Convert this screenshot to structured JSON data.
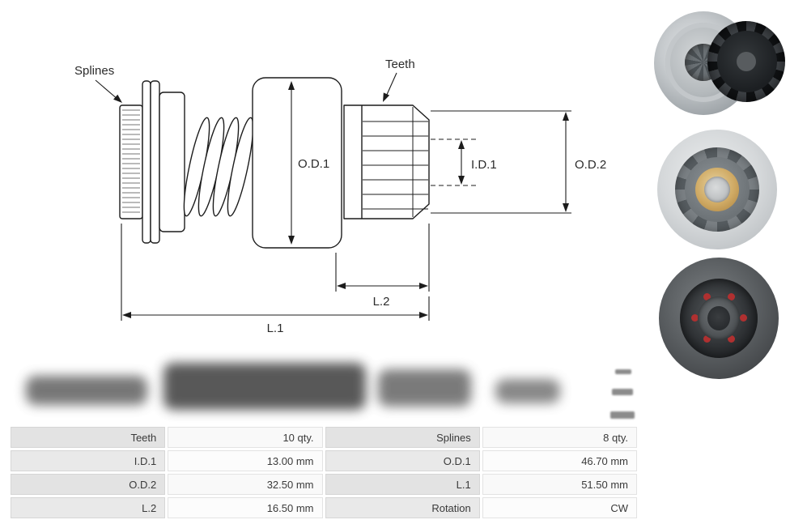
{
  "diagram": {
    "callouts": {
      "splines": "Splines",
      "teeth": "Teeth"
    },
    "dimensions": {
      "od1": "O.D.1",
      "id1": "I.D.1",
      "od2": "O.D.2",
      "l2": "L.2",
      "l1": "L.1"
    }
  },
  "photos": [
    {
      "name": "starter-drive-angled-view"
    },
    {
      "name": "pinion-gear-front-view"
    },
    {
      "name": "starter-drive-rear-view"
    }
  ],
  "spec_table": {
    "rows": [
      {
        "c0": "Teeth",
        "c1": "10 qty.",
        "c2": "Splines",
        "c3": "8 qty."
      },
      {
        "c0": "I.D.1",
        "c1": "13.00 mm",
        "c2": "O.D.1",
        "c3": "46.70 mm"
      },
      {
        "c0": "O.D.2",
        "c1": "32.50 mm",
        "c2": "L.1",
        "c3": "51.50 mm"
      },
      {
        "c0": "L.2",
        "c1": "16.50 mm",
        "c2": "Rotation",
        "c3": "CW"
      }
    ]
  },
  "colors": {
    "line": "#1c1c1c",
    "table_label_bg": "#e3e3e3",
    "table_value_bg": "#f9f9f9",
    "red_dot": "#b03030"
  }
}
